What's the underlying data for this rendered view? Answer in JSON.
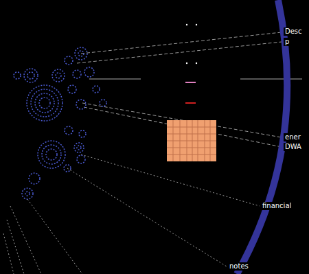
{
  "diagram": {
    "labels": [
      "Desc",
      "p",
      "ener",
      "DWA",
      "financial",
      "notes"
    ]
  }
}
